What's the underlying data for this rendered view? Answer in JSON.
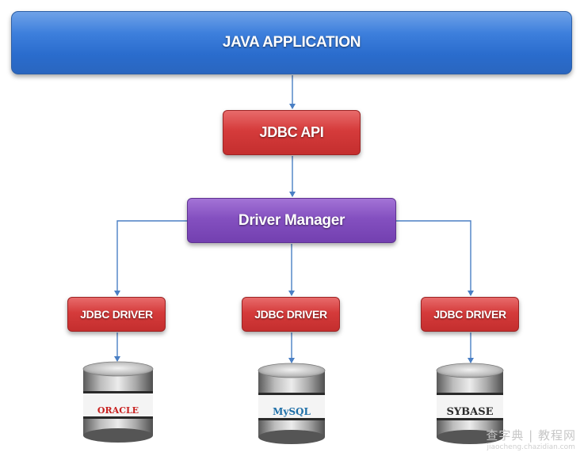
{
  "nodes": {
    "java_app": "JAVA APPLICATION",
    "jdbc_api": "JDBC API",
    "driver_manager": "Driver Manager",
    "drivers": [
      "JDBC DRIVER",
      "JDBC DRIVER",
      "JDBC DRIVER"
    ]
  },
  "databases": [
    {
      "name": "ORACLE",
      "color": "#c8201f"
    },
    {
      "name": "MySQL",
      "color": "#1e6fa8"
    },
    {
      "name": "SYBASE",
      "color": "#2b2b2b"
    }
  ],
  "colors": {
    "blue": "#3d7fdc",
    "red": "#d53b3b",
    "purple": "#8450c0",
    "connector": "#4a7fc4"
  },
  "watermark": {
    "line1": "查字典 | 教程网",
    "line2": "jiaocheng.chazidian.com"
  }
}
